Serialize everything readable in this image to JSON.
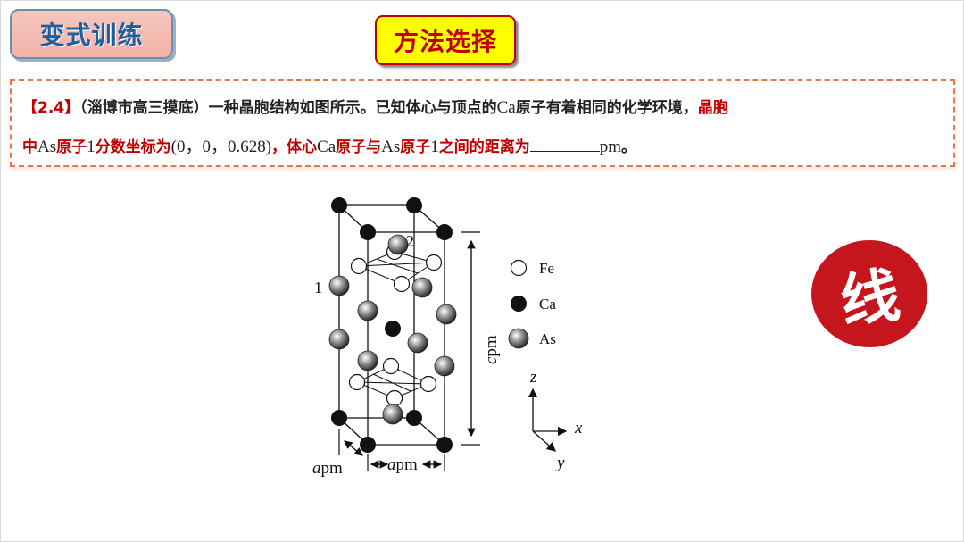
{
  "header": {
    "tag_left": "变式训练",
    "tag_center": "方法选择"
  },
  "question": {
    "number": "【2.4】",
    "source": "（淄博市高三摸底）",
    "text_1": "一种晶胞结构如图所示。已知体心与顶点的",
    "ca_1": "Ca",
    "text_2": "原子有着相同的化学环境，",
    "red_1": "晶胞",
    "red_2a": "中",
    "as_1": "As",
    "red_2b": "原子",
    "num_1": "1",
    "red_2c": "分数坐标为",
    "coords": "(0，0，0.628)",
    "red_2d": "，体心",
    "ca_2": "Ca",
    "red_2e": "原子与",
    "as_2": "As",
    "red_2f": "原子",
    "num_2": "1",
    "red_2g": "之间的距离为",
    "unit": "pm",
    "end": "。"
  },
  "diagram": {
    "label_atom1": "1",
    "label_atom2": "2",
    "dim_c_italic": "c",
    "dim_c_unit": "pm",
    "dim_a1_italic": "a",
    "dim_a1_unit": "pm",
    "dim_a2_italic": "a",
    "dim_a2_unit": "pm",
    "legend": [
      {
        "symbol": "Fe",
        "style": "open"
      },
      {
        "symbol": "Ca",
        "style": "filled"
      },
      {
        "symbol": "As",
        "style": "shaded"
      }
    ],
    "axes": {
      "x": "x",
      "y": "y",
      "z": "z"
    }
  },
  "seal": {
    "char": "线"
  },
  "colors": {
    "accent_red": "#c00000",
    "seal_red": "#c4161c",
    "tag_blue": "#1f5f9e",
    "dash_orange": "#e07a4a"
  }
}
